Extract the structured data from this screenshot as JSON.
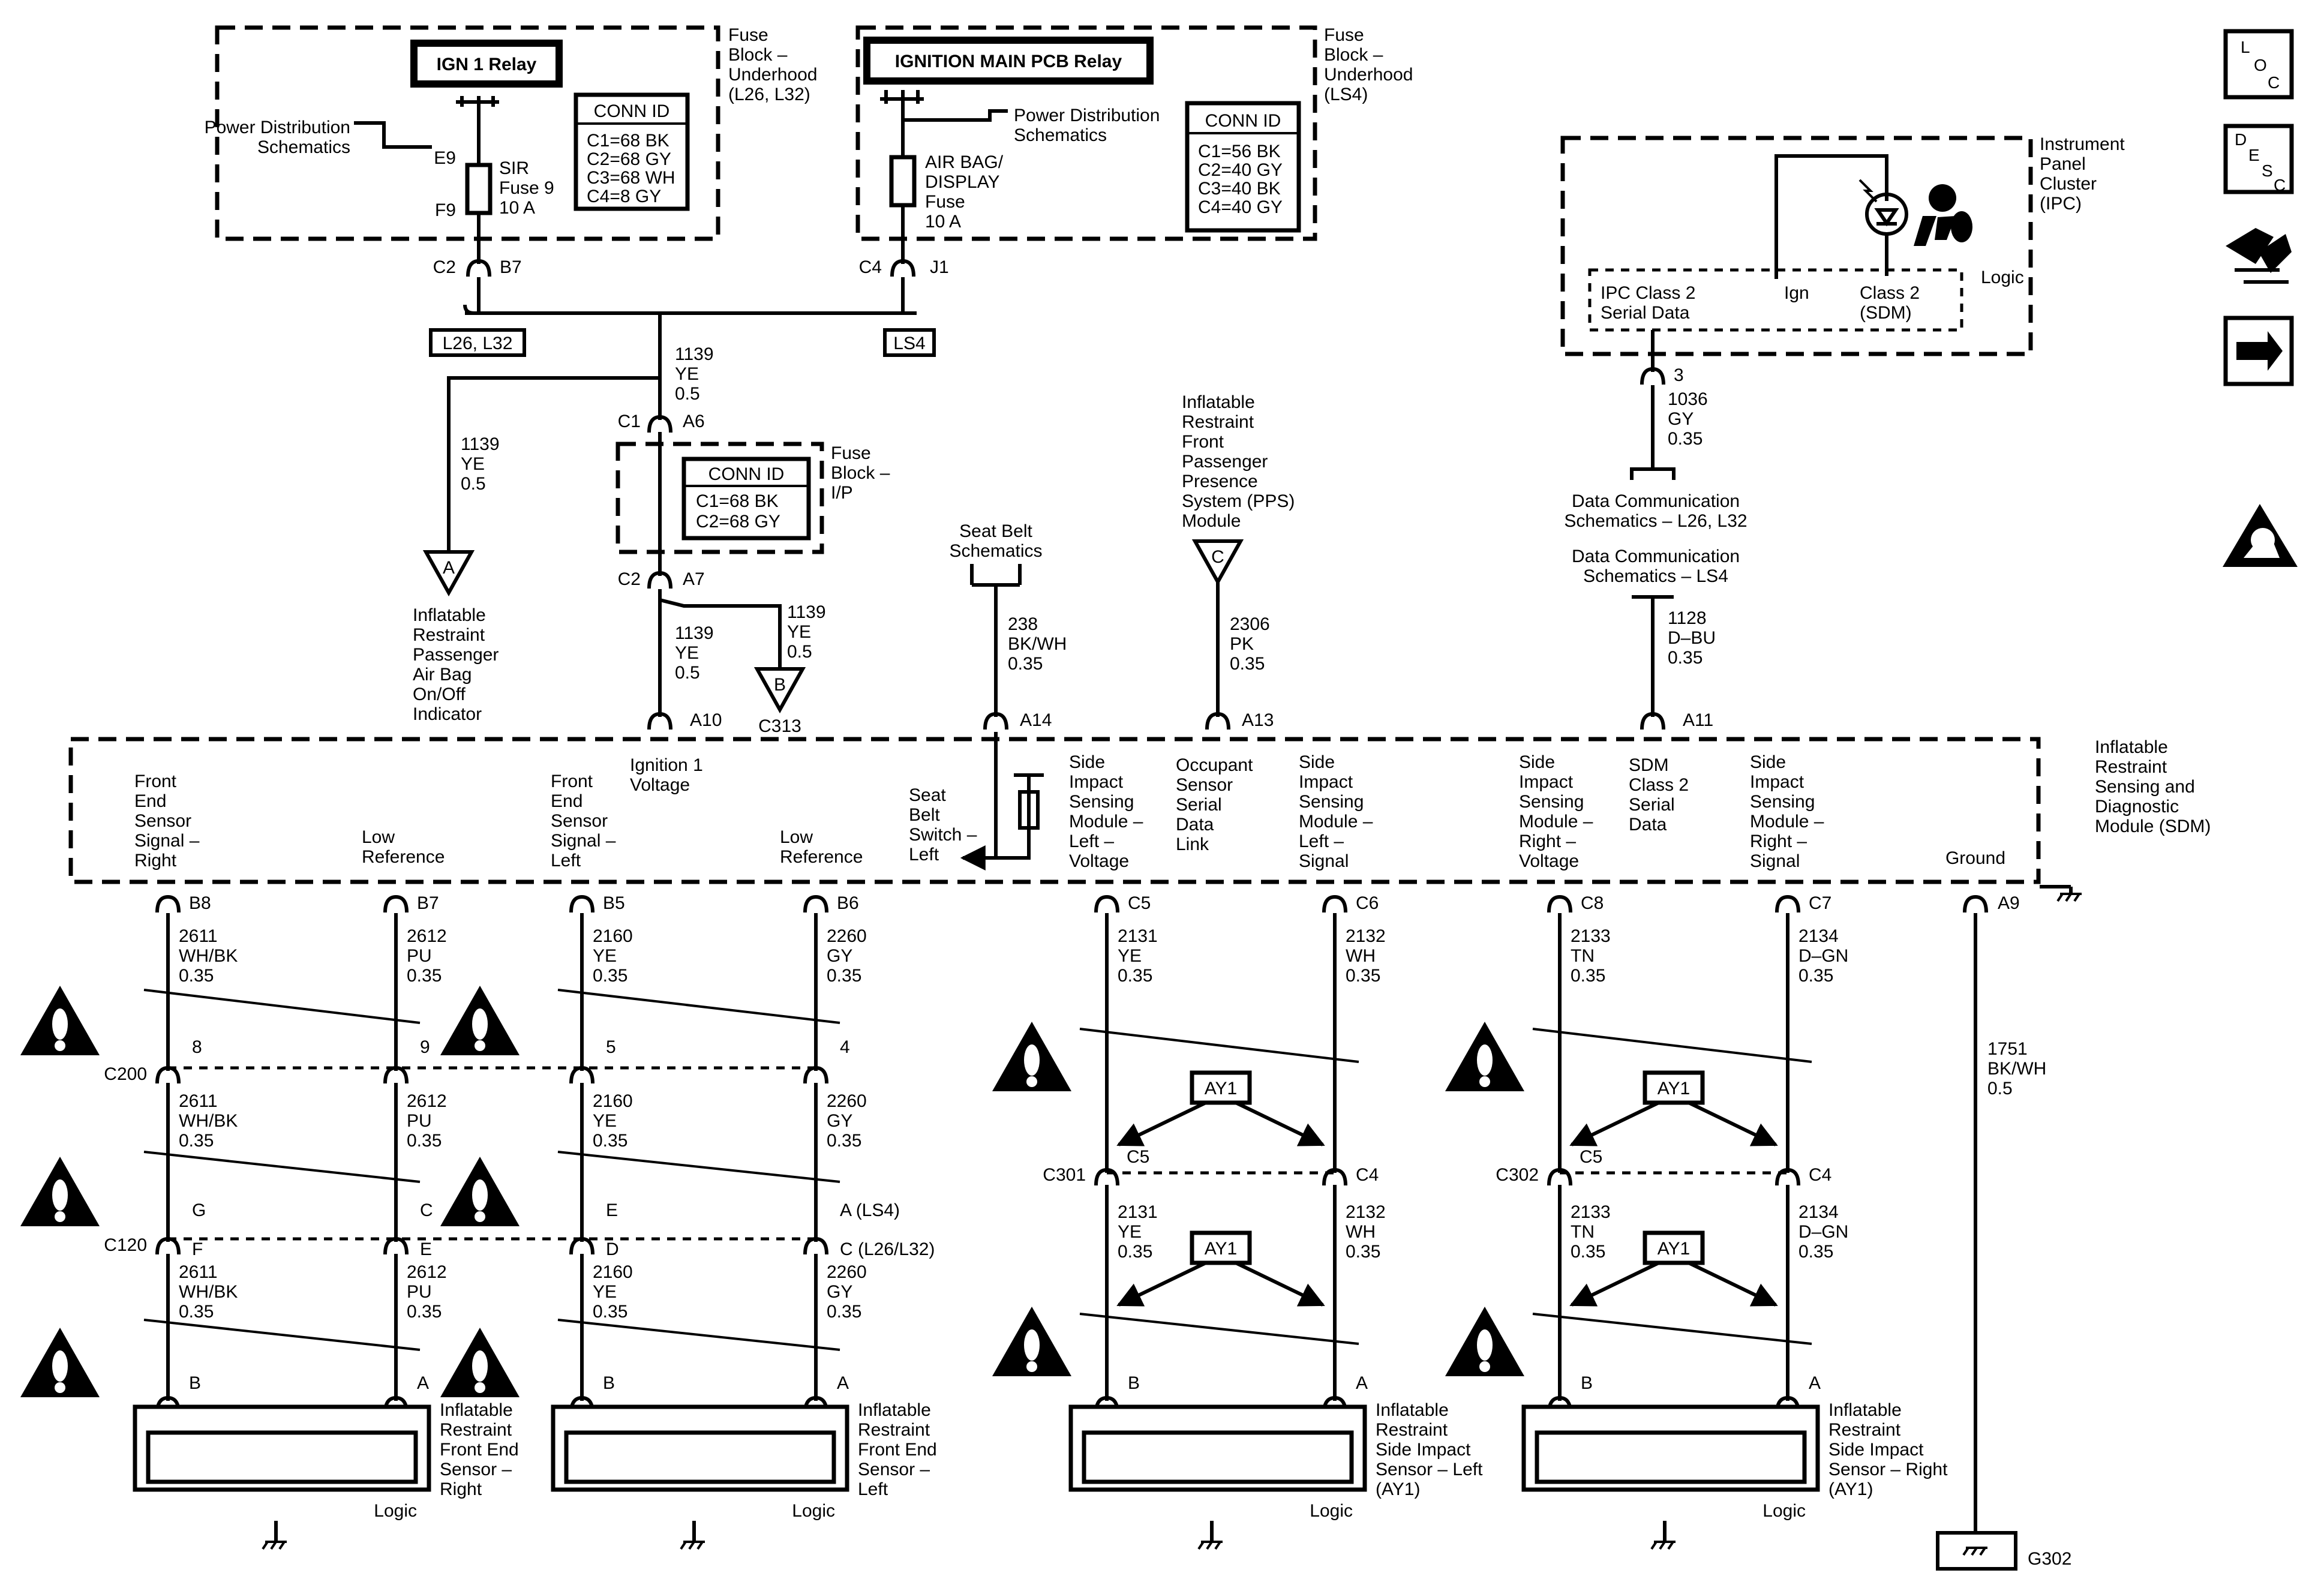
{
  "colors": {
    "ink": "#000000",
    "paper": "#ffffff"
  },
  "fuse_block_uh1": {
    "relay": "IGN 1 Relay",
    "label": [
      "Fuse",
      "Block –",
      "Underhood",
      "(L26, L32)"
    ],
    "pds": [
      "Power Distribution",
      "Schematics"
    ],
    "term_top": "E9",
    "term_bot": "F9",
    "fuse": [
      "SIR",
      "Fuse 9",
      "10 A"
    ],
    "conn_title": "CONN ID",
    "conn": [
      "C1=68 BK",
      "C2=68 GY",
      "C3=68 WH",
      "C4=8 GY"
    ],
    "connector": [
      "C2",
      "B7"
    ]
  },
  "fuse_block_uh2": {
    "relay": "IGNITION MAIN PCB Relay",
    "label": [
      "Fuse",
      "Block –",
      "Underhood",
      "(LS4)"
    ],
    "pds": [
      "Power Distribution",
      "Schematics"
    ],
    "fuse": [
      "AIR BAG/",
      "DISPLAY",
      "Fuse",
      "10 A"
    ],
    "conn_title": "CONN ID",
    "conn": [
      "C1=56 BK",
      "C2=40 GY",
      "C3=40 BK",
      "C4=40 GY"
    ],
    "connector": [
      "C4",
      "J1"
    ]
  },
  "option_tags": {
    "left": "L26, L32",
    "right": "LS4"
  },
  "wire_1139_main": [
    "1139",
    "YE",
    "0.5"
  ],
  "wire_1139_left": [
    "1139",
    "YE",
    "0.5"
  ],
  "wire_1139_c313": [
    "1139",
    "YE",
    "0.5"
  ],
  "wire_1139_a10": [
    "1139",
    "YE",
    "0.5"
  ],
  "c1_conn": [
    "C1",
    "A6"
  ],
  "c2_conn": [
    "C2",
    "A7"
  ],
  "fuse_ip": {
    "label": [
      "Fuse",
      "Block –",
      "I/P"
    ],
    "conn_title": "CONN ID",
    "conn": [
      "C1=68 BK",
      "C2=68 GY"
    ]
  },
  "ref_a": {
    "letter": "A",
    "label": [
      "Inflatable",
      "Restraint",
      "Passenger",
      "Air Bag",
      "On/Off",
      "Indicator"
    ]
  },
  "ref_b": {
    "letter": "B",
    "label": "C313"
  },
  "ref_c": {
    "letter": "C",
    "label": [
      "Inflatable",
      "Restraint",
      "Front",
      "Passenger",
      "Presence",
      "System (PPS)",
      "Module"
    ]
  },
  "seat_belt_schem": [
    "Seat Belt",
    "Schematics"
  ],
  "wire_238": [
    "238",
    "BK/WH",
    "0.35"
  ],
  "wire_2306": [
    "2306",
    "PK",
    "0.35"
  ],
  "ipc": {
    "label": [
      "Instrument",
      "Panel",
      "Cluster",
      "(IPC)"
    ],
    "logic": "Logic",
    "pins": [
      "IPC Class 2",
      "Serial Data"
    ],
    "ign": "Ign",
    "class2": [
      "Class 2",
      "(SDM)"
    ],
    "pin": "3"
  },
  "wire_1036": [
    "1036",
    "GY",
    "0.35"
  ],
  "data_comm_1": [
    "Data Communication",
    "Schematics – L26, L32"
  ],
  "data_comm_2": [
    "Data Communication",
    "Schematics – LS4"
  ],
  "wire_1128": [
    "1128",
    "D–BU",
    "0.35"
  ],
  "sdm": {
    "label": [
      "Inflatable",
      "Restraint",
      "Sensing and",
      "Diagnostic",
      "Module (SDM)"
    ],
    "top_pins": [
      "A10",
      "A14",
      "A13",
      "A11"
    ],
    "ign_volt": [
      "Ignition 1",
      "Voltage"
    ],
    "seat_belt": [
      "Seat",
      "Belt",
      "Switch –",
      "Left"
    ],
    "occ": [
      "Occupant",
      "Sensor",
      "Serial",
      "Data",
      "Link"
    ],
    "sdm_class2": [
      "SDM",
      "Class 2",
      "Serial",
      "Data"
    ],
    "front_right": [
      "Front",
      "End",
      "Sensor",
      "Signal –",
      "Right"
    ],
    "low_ref": [
      "Low",
      "Reference"
    ],
    "front_left": [
      "Front",
      "End",
      "Sensor",
      "Signal –",
      "Left"
    ],
    "side_l_volt": [
      "Side",
      "Impact",
      "Sensing",
      "Module –",
      "Left –",
      "Voltage"
    ],
    "side_l_sig": [
      "Side",
      "Impact",
      "Sensing",
      "Module –",
      "Left –",
      "Signal"
    ],
    "side_r_volt": [
      "Side",
      "Impact",
      "Sensing",
      "Module –",
      "Right –",
      "Voltage"
    ],
    "side_r_sig": [
      "Side",
      "Impact",
      "Sensing",
      "Module –",
      "Right –",
      "Signal"
    ],
    "ground": "Ground",
    "bottom_pins": [
      "B8",
      "B7",
      "B5",
      "B6",
      "C5",
      "C6",
      "C8",
      "C7",
      "A9"
    ]
  },
  "wires_top": [
    [
      "2611",
      "WH/BK",
      "0.35"
    ],
    [
      "2612",
      "PU",
      "0.35"
    ],
    [
      "2160",
      "YE",
      "0.35"
    ],
    [
      "2260",
      "GY",
      "0.35"
    ],
    [
      "2131",
      "YE",
      "0.35"
    ],
    [
      "2132",
      "WH",
      "0.35"
    ],
    [
      "2133",
      "TN",
      "0.35"
    ],
    [
      "2134",
      "D–GN",
      "0.35"
    ]
  ],
  "wires_mid": [
    [
      "2611",
      "WH/BK",
      "0.35"
    ],
    [
      "2612",
      "PU",
      "0.35"
    ],
    [
      "2160",
      "YE",
      "0.35"
    ],
    [
      "2260",
      "GY",
      "0.35"
    ]
  ],
  "wires_bot": [
    [
      "2611",
      "WH/BK",
      "0.35"
    ],
    [
      "2612",
      "PU",
      "0.35"
    ],
    [
      "2160",
      "YE",
      "0.35"
    ],
    [
      "2260",
      "GY",
      "0.35"
    ],
    [
      "2131",
      "YE",
      "0.35"
    ],
    [
      "2132",
      "WH",
      "0.35"
    ],
    [
      "2133",
      "TN",
      "0.35"
    ],
    [
      "2134",
      "D–GN",
      "0.35"
    ]
  ],
  "wire_1751": [
    "1751",
    "BK/WH",
    "0.5"
  ],
  "c200": {
    "name": "C200",
    "pins": [
      "8",
      "9",
      "5",
      "4"
    ]
  },
  "c120": {
    "name": "C120",
    "pins_top": [
      "G",
      "C",
      "E",
      "A (LS4)"
    ],
    "pins_bot": [
      "F",
      "E",
      "D",
      "C (L26/L32)"
    ]
  },
  "c301": {
    "name": "C301",
    "pins": [
      "C5",
      "C4"
    ]
  },
  "c302": {
    "name": "C302",
    "pins": [
      "C5",
      "C4"
    ]
  },
  "ay1": "AY1",
  "sensor_pins": [
    "B",
    "A"
  ],
  "sensors": [
    {
      "label": [
        "Inflatable",
        "Restraint",
        "Front End",
        "Sensor –",
        "Right"
      ],
      "logic": "Logic"
    },
    {
      "label": [
        "Inflatable",
        "Restraint",
        "Front End",
        "Sensor –",
        "Left"
      ],
      "logic": "Logic"
    },
    {
      "label": [
        "Inflatable",
        "Restraint",
        "Side Impact",
        "Sensor – Left",
        "(AY1)"
      ],
      "logic": "Logic"
    },
    {
      "label": [
        "Inflatable",
        "Restraint",
        "Side Impact",
        "Sensor – Right",
        "(AY1)"
      ],
      "logic": "Logic"
    }
  ],
  "ground_g302": "G302",
  "side_icons": {
    "loc": [
      "L",
      "O",
      "C"
    ],
    "desc": [
      "D",
      "E",
      "S",
      "C"
    ]
  }
}
